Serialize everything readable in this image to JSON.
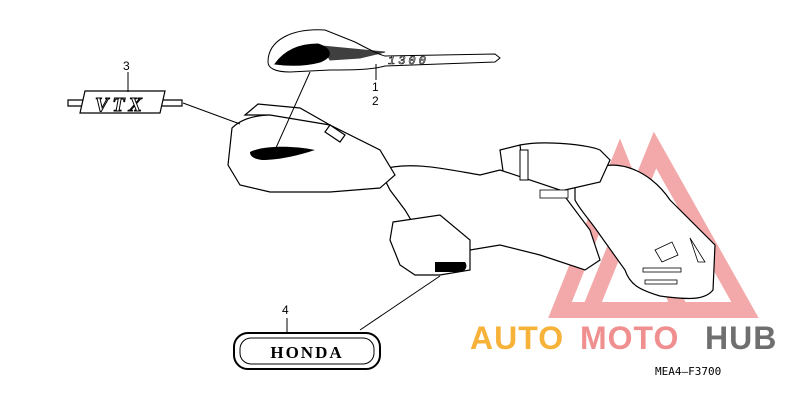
{
  "diagram": {
    "callouts": [
      {
        "id": "1",
        "label": "1"
      },
      {
        "id": "2",
        "label": "2"
      },
      {
        "id": "3",
        "label": "3"
      },
      {
        "id": "4",
        "label": "4"
      }
    ],
    "emblem_vtx_text": "VTX",
    "tank_stripe_text": "1300",
    "honda_badge_text": "HONDA",
    "figure_code": "MEA4—F3700"
  },
  "watermark": {
    "part1": "AUTO",
    "part2": "MOTO",
    "part3": "HUB",
    "colors": {
      "auto": "#f7b23a",
      "moto": "#f08f8f",
      "hub": "#6f6f6f",
      "triangle": "#f29b9b"
    }
  }
}
